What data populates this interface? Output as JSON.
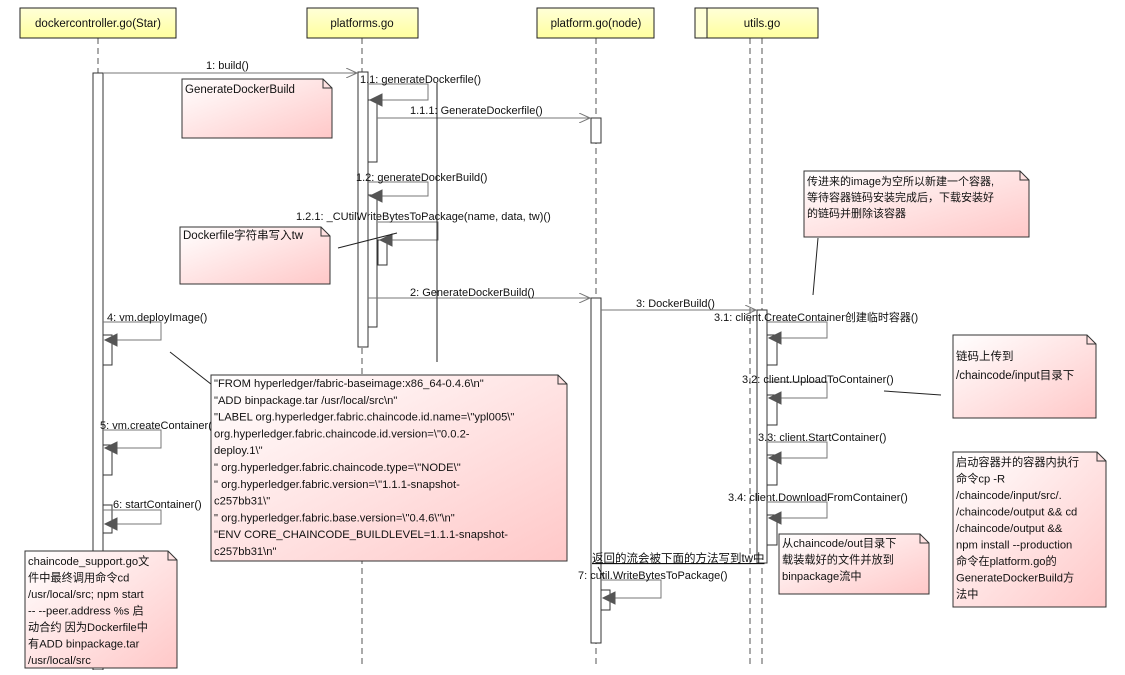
{
  "participants": [
    {
      "id": "dc",
      "label": "dockercontroller.go(Star)"
    },
    {
      "id": "ps",
      "label": "platforms.go"
    },
    {
      "id": "pn",
      "label": "platform.go(node)"
    },
    {
      "id": "ut",
      "label": "utils.go"
    }
  ],
  "messages": [
    {
      "id": "m1",
      "label": "1: build()"
    },
    {
      "id": "m11",
      "label": "1.1: generateDockerfile()"
    },
    {
      "id": "m111",
      "label": "1.1.1: GenerateDockerfile()"
    },
    {
      "id": "m12",
      "label": "1.2: generateDockerBuild()"
    },
    {
      "id": "m121",
      "label": "1.2.1: _CUtilWriteBytesToPackage(name, data, tw)()"
    },
    {
      "id": "m2",
      "label": "2: GenerateDockerBuild()"
    },
    {
      "id": "m3",
      "label": "3: DockerBuild()"
    },
    {
      "id": "m31",
      "label": "3.1: client.CreateContainer创建临时容器()"
    },
    {
      "id": "m32",
      "label": "3.2: client.UploadToContainer()"
    },
    {
      "id": "m33",
      "label": "3.3: client.StartContainer()"
    },
    {
      "id": "m34",
      "label": "3.4: client.DownloadFromContainer()"
    },
    {
      "id": "m4",
      "label": "4: vm.deployImage()"
    },
    {
      "id": "m5",
      "label": "5: vm.createContainer()"
    },
    {
      "id": "m6",
      "label": "6: startContainer()"
    },
    {
      "id": "m7",
      "label": "7: cutil.WriteBytesToPackage()"
    }
  ],
  "notes": [
    {
      "id": "n_gdb",
      "lines": [
        "GenerateDockerBuild"
      ]
    },
    {
      "id": "n_tw",
      "lines": [
        "Dockerfile字符串写入tw"
      ]
    },
    {
      "id": "n_df",
      "lines": [
        "\"FROM hyperledger/fabric-baseimage:x86_64-0.4.6\\n\"",
        "\"ADD binpackage.tar /usr/local/src\\n\"",
        "\"LABEL org.hyperledger.fabric.chaincode.id.name=\\\"ypl005\\\"",
        "      org.hyperledger.fabric.chaincode.id.version=\\\"0.0.2-",
        "deploy.1\\\"",
        "\"      org.hyperledger.fabric.chaincode.type=\\\"NODE\\\"",
        "\"      org.hyperledger.fabric.version=\\\"1.1.1-snapshot-",
        "c257bb31\\\"",
        "\"      org.hyperledger.fabric.base.version=\\\"0.4.6\\\"\\n\"",
        "\"ENV CORE_CHAINCODE_BUILDLEVEL=1.1.1-snapshot-",
        "c257bb31\\n\""
      ]
    },
    {
      "id": "n_img",
      "lines": [
        "传进来的image为空所以新建一个容器,",
        "等待容器链码安装完成后，下载安装好",
        "的链码并删除该容器"
      ]
    },
    {
      "id": "n_up",
      "lines": [
        "链码上传到",
        "/chaincode/input目录下"
      ]
    },
    {
      "id": "n_start",
      "lines": [
        "启动容器并的容器内执行",
        "命令cp -R",
        "/chaincode/input/src/.",
        "/chaincode/output && cd",
        "/chaincode/output &&",
        "npm install --production",
        "命令在platform.go的",
        "GenerateDockerBuild方",
        "法中"
      ]
    },
    {
      "id": "n_out",
      "lines": [
        "从chaincode/out目录下",
        "载装载好的文件并放到",
        "binpackage流中"
      ]
    },
    {
      "id": "n_cs",
      "lines": [
        "chaincode_support.go文",
        "件中最终调用命令cd",
        "/usr/local/src; npm start",
        "-- --peer.address %s 启",
        "动合约 因为Dockerfile中",
        "有ADD binpackage.tar",
        "/usr/local/src"
      ]
    },
    {
      "id": "n_ret",
      "lines": [
        "返回的流会被下面的方法写到tw中"
      ]
    }
  ]
}
